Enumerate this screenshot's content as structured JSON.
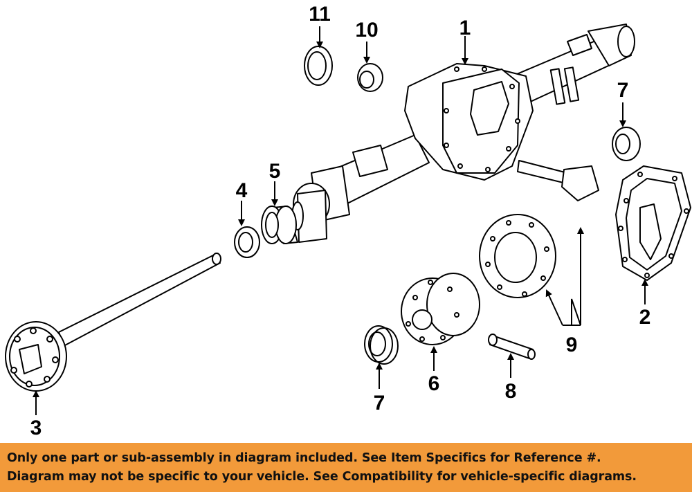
{
  "callouts": {
    "c1": "1",
    "c2": "2",
    "c3": "3",
    "c4": "4",
    "c5": "5",
    "c6": "6",
    "c7a": "7",
    "c7b": "7",
    "c8": "8",
    "c9": "9",
    "c10": "10",
    "c11": "11"
  },
  "banner": {
    "line1": "Only one part or sub-assembly in diagram included. See Item Specifics for Reference #.",
    "line2": "Diagram may not be specific to your vehicle. See Compatibility for vehicle-specific diagrams.",
    "color": "#f29a3a"
  }
}
